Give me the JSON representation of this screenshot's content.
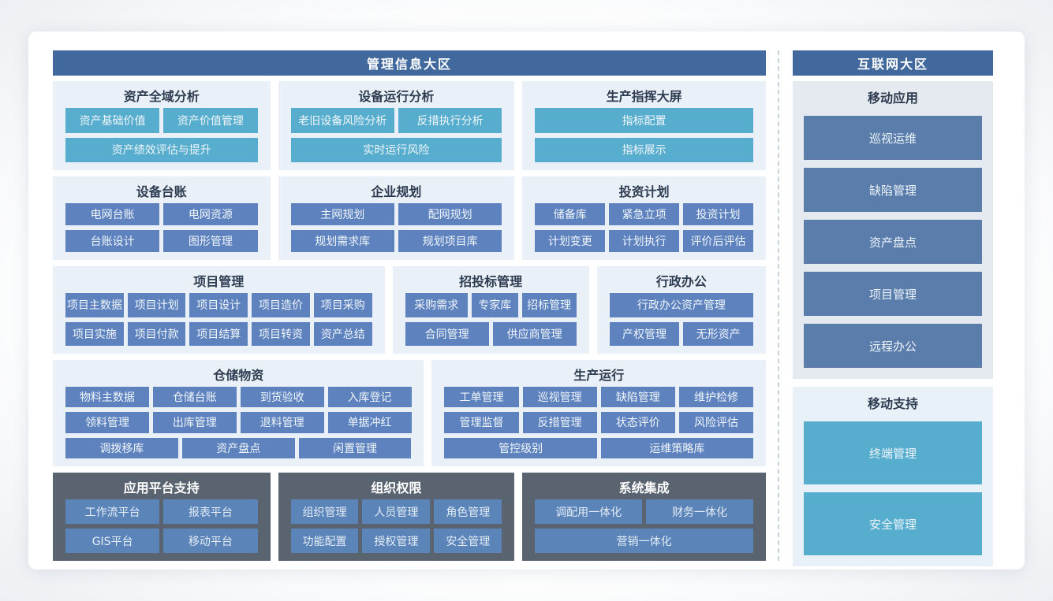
{
  "colors": {
    "zone_header_bg": "#41699e",
    "teal_button": "#57adcd",
    "blue_button": "#5d82be",
    "right_column_button": "#5a7dab",
    "dark_section_bg": "#596470",
    "light_section_bg": "#e9f0f7",
    "mobile_app_section_bg": "#e5eaf1",
    "mobile_support_section_bg": "#e9f1f8",
    "divider_dash": "#c7d2dd"
  },
  "left_zone": {
    "title": "管理信息大区",
    "rows": [
      {
        "columns": "274fr 298fr 307fr",
        "height": 113,
        "sections": [
          {
            "name": "asset-global-analysis",
            "title": "资产全域分析",
            "theme": "light",
            "button_style": "teal",
            "rows": [
              [
                "资产基础价值",
                "资产价值管理"
              ],
              [
                "资产绩效评估与提升"
              ]
            ]
          },
          {
            "name": "equipment-operation-analysis",
            "title": "设备运行分析",
            "theme": "light",
            "button_style": "teal",
            "rows": [
              [
                "老旧设备风险分析",
                "反措执行分析"
              ],
              [
                "实时运行风险"
              ]
            ]
          },
          {
            "name": "production-command-screen",
            "title": "生产指挥大屏",
            "theme": "light",
            "button_style": "teal",
            "rows": [
              [
                "指标配置"
              ],
              [
                "指标展示"
              ]
            ]
          }
        ]
      },
      {
        "columns": "274fr 298fr 307fr",
        "height": 106,
        "sections": [
          {
            "name": "equipment-ledger",
            "title": "设备台账",
            "theme": "light",
            "button_style": "blue",
            "rows": [
              [
                "电网台账",
                "电网资源"
              ],
              [
                "台账设计",
                "图形管理"
              ]
            ]
          },
          {
            "name": "enterprise-planning",
            "title": "企业规划",
            "theme": "light",
            "button_style": "blue",
            "rows": [
              [
                "主网规划",
                "配网规划"
              ],
              [
                "规划需求库",
                "规划项目库"
              ]
            ]
          },
          {
            "name": "investment-plan",
            "title": "投资计划",
            "theme": "light",
            "button_style": "blue",
            "rows": [
              [
                "储备库",
                "紧急立项",
                "投资计划"
              ],
              [
                "计划变更",
                "计划执行",
                "评价后评估"
              ]
            ]
          }
        ]
      },
      {
        "columns": "422fr 250fr 215fr",
        "height": 111,
        "sections": [
          {
            "name": "project-management",
            "title": "项目管理",
            "theme": "light",
            "button_style": "blue",
            "rows": [
              [
                "项目主数据",
                "项目计划",
                "项目设计",
                "项目造价",
                "项目采购"
              ],
              [
                "项目实施",
                "项目付款",
                "项目结算",
                "项目转资",
                "资产总结"
              ]
            ]
          },
          {
            "name": "bidding-management",
            "title": "招投标管理",
            "theme": "light",
            "button_style": "blue",
            "rows": [
              [
                {
                  "label": "采购需求",
                  "flex": 1.15
                },
                {
                  "label": "专家库",
                  "flex": 0.85
                },
                {
                  "label": "招标管理",
                  "flex": 1
                }
              ],
              [
                "合同管理",
                "供应商管理"
              ]
            ]
          },
          {
            "name": "administrative-office",
            "title": "行政办公",
            "theme": "light",
            "button_style": "blue",
            "rows": [
              [
                "行政办公资产管理"
              ],
              [
                "产权管理",
                "无形资产"
              ]
            ]
          }
        ]
      },
      {
        "columns": "471fr 424fr",
        "height": 135,
        "sections": [
          {
            "name": "warehouse-materials",
            "title": "仓储物资",
            "theme": "light",
            "button_style": "blue",
            "rows": [
              [
                "物料主数据",
                "仓储台账",
                "到货验收",
                "入库登记"
              ],
              [
                "领料管理",
                "出库管理",
                "退料管理",
                "单据冲红"
              ],
              [
                "调拨移库",
                "资产盘点",
                "闲置管理"
              ]
            ]
          },
          {
            "name": "production-operation",
            "title": "生产运行",
            "theme": "light",
            "button_style": "blue",
            "rows": [
              [
                "工单管理",
                "巡视管理",
                "缺陷管理",
                "维护检修"
              ],
              [
                "管理监督",
                "反措管理",
                "状态评价",
                "风险评估"
              ],
              [
                "管控级别",
                "运维策略库"
              ]
            ]
          }
        ]
      },
      {
        "columns": "274fr 298fr 307fr",
        "height": 112,
        "sections": [
          {
            "name": "app-platform-support",
            "title": "应用平台支持",
            "theme": "dark",
            "button_style": "blue",
            "rows": [
              [
                "工作流平台",
                "报表平台"
              ],
              [
                "GIS平台",
                "移动平台"
              ]
            ]
          },
          {
            "name": "organization-permissions",
            "title": "组织权限",
            "theme": "dark",
            "button_style": "blue",
            "rows": [
              [
                "组织管理",
                "人员管理",
                "角色管理"
              ],
              [
                "功能配置",
                "授权管理",
                "安全管理"
              ]
            ]
          },
          {
            "name": "system-integration",
            "title": "系统集成",
            "theme": "dark",
            "button_style": "blue",
            "rows": [
              [
                "调配用一体化",
                "财务一体化"
              ],
              [
                "营销一体化"
              ]
            ]
          }
        ]
      }
    ]
  },
  "right_zone": {
    "title": "互联网大区",
    "sections": [
      {
        "name": "mobile-apps",
        "title": "移动应用",
        "bg": "#e5eaf1",
        "button_style": "navy",
        "button_height": 56,
        "buttons": [
          "巡视运维",
          "缺陷管理",
          "资产盘点",
          "项目管理",
          "远程办公"
        ]
      },
      {
        "name": "mobile-support",
        "title": "移动支持",
        "bg": "#e9f1f8",
        "button_style": "teal",
        "button_height": 80,
        "buttons": [
          "终端管理",
          "安全管理"
        ]
      }
    ]
  }
}
